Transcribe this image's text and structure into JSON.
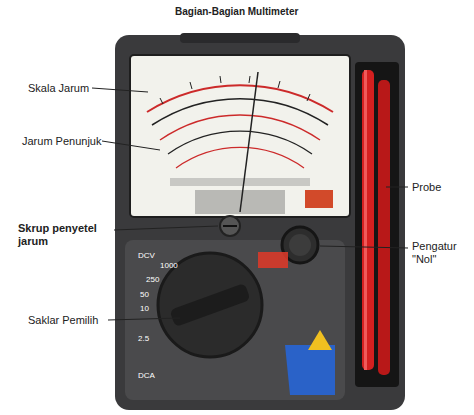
{
  "diagram": {
    "title": "Bagian-Bagian Multimeter",
    "labels": [
      "Skala Jarum",
      "Jarum Penunjuk",
      "Skrup penyetel jarum",
      "Saklar Pemilih",
      "Probe",
      "Pengatur \"Nol\"",
      "DCV",
      "DCA",
      "1000",
      "250",
      "50",
      "10",
      "2.5"
    ]
  }
}
